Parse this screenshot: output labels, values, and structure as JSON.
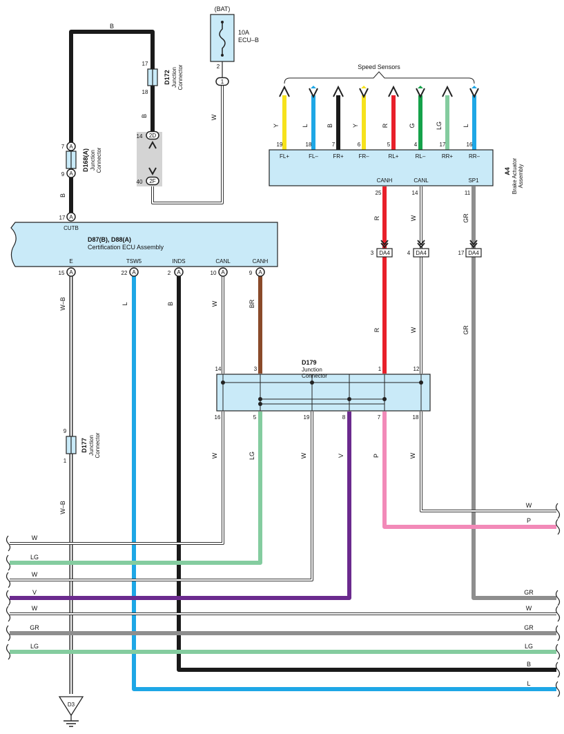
{
  "colors": {
    "B": "#1a1a1a",
    "W": "#ffffff",
    "L": "#1ea7e6",
    "Y": "#f6e21c",
    "R": "#e8202a",
    "G": "#15a24a",
    "LG": "#84cc9f",
    "GR": "#8e8e8e",
    "BR": "#8a4a2a",
    "V": "#6b2a8e",
    "P": "#f28ab8",
    "component_fill": "#c9eaf8",
    "shield": "#d4d4d4"
  },
  "bat": {
    "label": "(BAT)",
    "fuse_amp": "10A",
    "fuse_name": "ECU–B",
    "pin": "2",
    "terminal": "1",
    "wire": "W"
  },
  "d172": {
    "id": "D172",
    "name1": "Junction",
    "name2": "Connector",
    "pin_top": "17",
    "pin_bottom": "18",
    "wire_top": "B",
    "wire_mid": "B",
    "pin14": "14",
    "term14": "2D",
    "pin40": "40",
    "term40": "2F"
  },
  "d168": {
    "id": "D168(A)",
    "name1": "Junction",
    "name2": "Connector",
    "pin_top": "7",
    "pin_bottom": "9",
    "conn": "A",
    "wire": "B"
  },
  "ecu": {
    "title": "D87(B), D88(A)",
    "subtitle": "Certification ECU Assembly",
    "top_pin_label": "CUTB",
    "top_pin_num": "17",
    "pins": [
      {
        "label": "E",
        "num": "15",
        "conn": "A",
        "wire": "W–B"
      },
      {
        "label": "TSW5",
        "num": "22",
        "conn": "A",
        "wire": "L"
      },
      {
        "label": "INDS",
        "num": "2",
        "conn": "A",
        "wire": "B"
      },
      {
        "label": "CANL",
        "num": "10",
        "conn": "A",
        "wire": "W"
      },
      {
        "label": "CANH",
        "num": "9",
        "conn": "A",
        "wire": "BR"
      }
    ]
  },
  "speed_sensors_label": "Speed Sensors",
  "a4": {
    "id": "A4",
    "name1": "Brake Actuator",
    "name2": "Assembly",
    "pins": [
      {
        "label": "FL+",
        "num": "19",
        "wire": "Y"
      },
      {
        "label": "FL–",
        "num": "18",
        "wire": "L"
      },
      {
        "label": "FR+",
        "num": "7",
        "wire": "B"
      },
      {
        "label": "FR–",
        "num": "6",
        "wire": "Y"
      },
      {
        "label": "RL+",
        "num": "5",
        "wire": "R"
      },
      {
        "label": "RL–",
        "num": "4",
        "wire": "G"
      },
      {
        "label": "RR+",
        "num": "17",
        "wire": "LG"
      },
      {
        "label": "RR–",
        "num": "16",
        "wire": "L"
      }
    ],
    "bottom_pins": [
      {
        "label": "CANH",
        "num": "25",
        "wire": "R"
      },
      {
        "label": "CANL",
        "num": "14",
        "wire": "W"
      },
      {
        "label": "SP1",
        "num": "11",
        "wire": "GR"
      }
    ]
  },
  "da4": {
    "name": "DA4",
    "pins": [
      "3",
      "4",
      "17"
    ],
    "wires_below": [
      "R",
      "W",
      "GR"
    ]
  },
  "d179": {
    "id": "D179",
    "name1": "Junction",
    "name2": "Connector",
    "top_pins": [
      "14",
      "3",
      "1",
      "12"
    ],
    "bottom_pins": [
      "16",
      "5",
      "19",
      "8",
      "7",
      "18"
    ],
    "bottom_wires": [
      "W",
      "LG",
      "W",
      "V",
      "P",
      "W"
    ]
  },
  "d177": {
    "id": "D177",
    "name1": "Junction",
    "name2": "Connector",
    "pin_top": "9",
    "pin_bottom": "1",
    "wire": "W–B"
  },
  "ground": "D3",
  "left_bus": [
    "W",
    "LG",
    "W",
    "V"
  ],
  "right_bus": [
    "W",
    "P",
    "GR"
  ],
  "full_bus": [
    "W",
    "GR",
    "LG",
    "B",
    "L"
  ]
}
